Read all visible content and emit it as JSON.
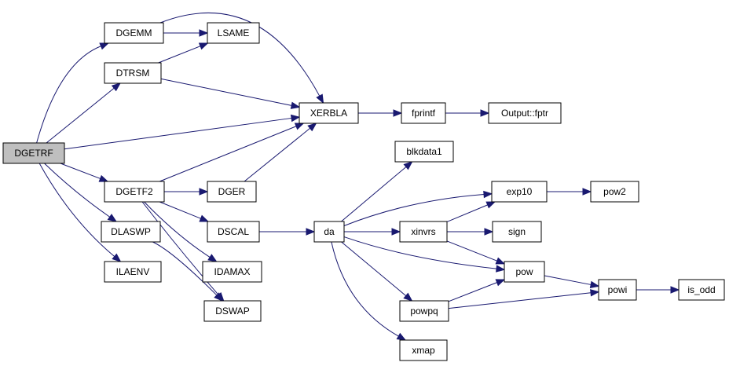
{
  "nodes": {
    "DGETRF": "DGETRF",
    "DGEMM": "DGEMM",
    "LSAME": "LSAME",
    "DTRSM": "DTRSM",
    "XERBLA": "XERBLA",
    "fprintf": "fprintf",
    "Output_fptr": "Output::fptr",
    "DGETF2": "DGETF2",
    "DGER": "DGER",
    "DLASWP": "DLASWP",
    "DSCAL": "DSCAL",
    "IDAMAX": "IDAMAX",
    "ILAENV": "ILAENV",
    "DSWAP": "DSWAP",
    "blkdata1": "blkdata1",
    "exp10": "exp10",
    "pow2": "pow2",
    "da": "da",
    "xinvrs": "xinvrs",
    "sign": "sign",
    "pow": "pow",
    "powi": "powi",
    "is_odd": "is_odd",
    "powpq": "powpq",
    "xmap": "xmap"
  },
  "edges": [
    [
      "DGETRF",
      "DGEMM"
    ],
    [
      "DGETRF",
      "DTRSM"
    ],
    [
      "DGETRF",
      "XERBLA"
    ],
    [
      "DGETRF",
      "DGETF2"
    ],
    [
      "DGETRF",
      "DLASWP"
    ],
    [
      "DGETRF",
      "ILAENV"
    ],
    [
      "DGEMM",
      "LSAME"
    ],
    [
      "DGEMM",
      "XERBLA"
    ],
    [
      "DTRSM",
      "LSAME"
    ],
    [
      "DTRSM",
      "XERBLA"
    ],
    [
      "XERBLA",
      "fprintf"
    ],
    [
      "fprintf",
      "Output_fptr"
    ],
    [
      "DGETF2",
      "XERBLA"
    ],
    [
      "DGETF2",
      "DGER"
    ],
    [
      "DGETF2",
      "DSCAL"
    ],
    [
      "DGETF2",
      "IDAMAX"
    ],
    [
      "DGETF2",
      "DSWAP"
    ],
    [
      "DGER",
      "XERBLA"
    ],
    [
      "DLASWP",
      "DSWAP"
    ],
    [
      "DSCAL",
      "da"
    ],
    [
      "da",
      "blkdata1"
    ],
    [
      "da",
      "exp10"
    ],
    [
      "da",
      "xinvrs"
    ],
    [
      "da",
      "pow"
    ],
    [
      "da",
      "powpq"
    ],
    [
      "da",
      "xmap"
    ],
    [
      "exp10",
      "pow2"
    ],
    [
      "xinvrs",
      "exp10"
    ],
    [
      "xinvrs",
      "sign"
    ],
    [
      "xinvrs",
      "pow"
    ],
    [
      "pow",
      "powi"
    ],
    [
      "powpq",
      "pow"
    ],
    [
      "powpq",
      "powi"
    ],
    [
      "powi",
      "is_odd"
    ]
  ]
}
